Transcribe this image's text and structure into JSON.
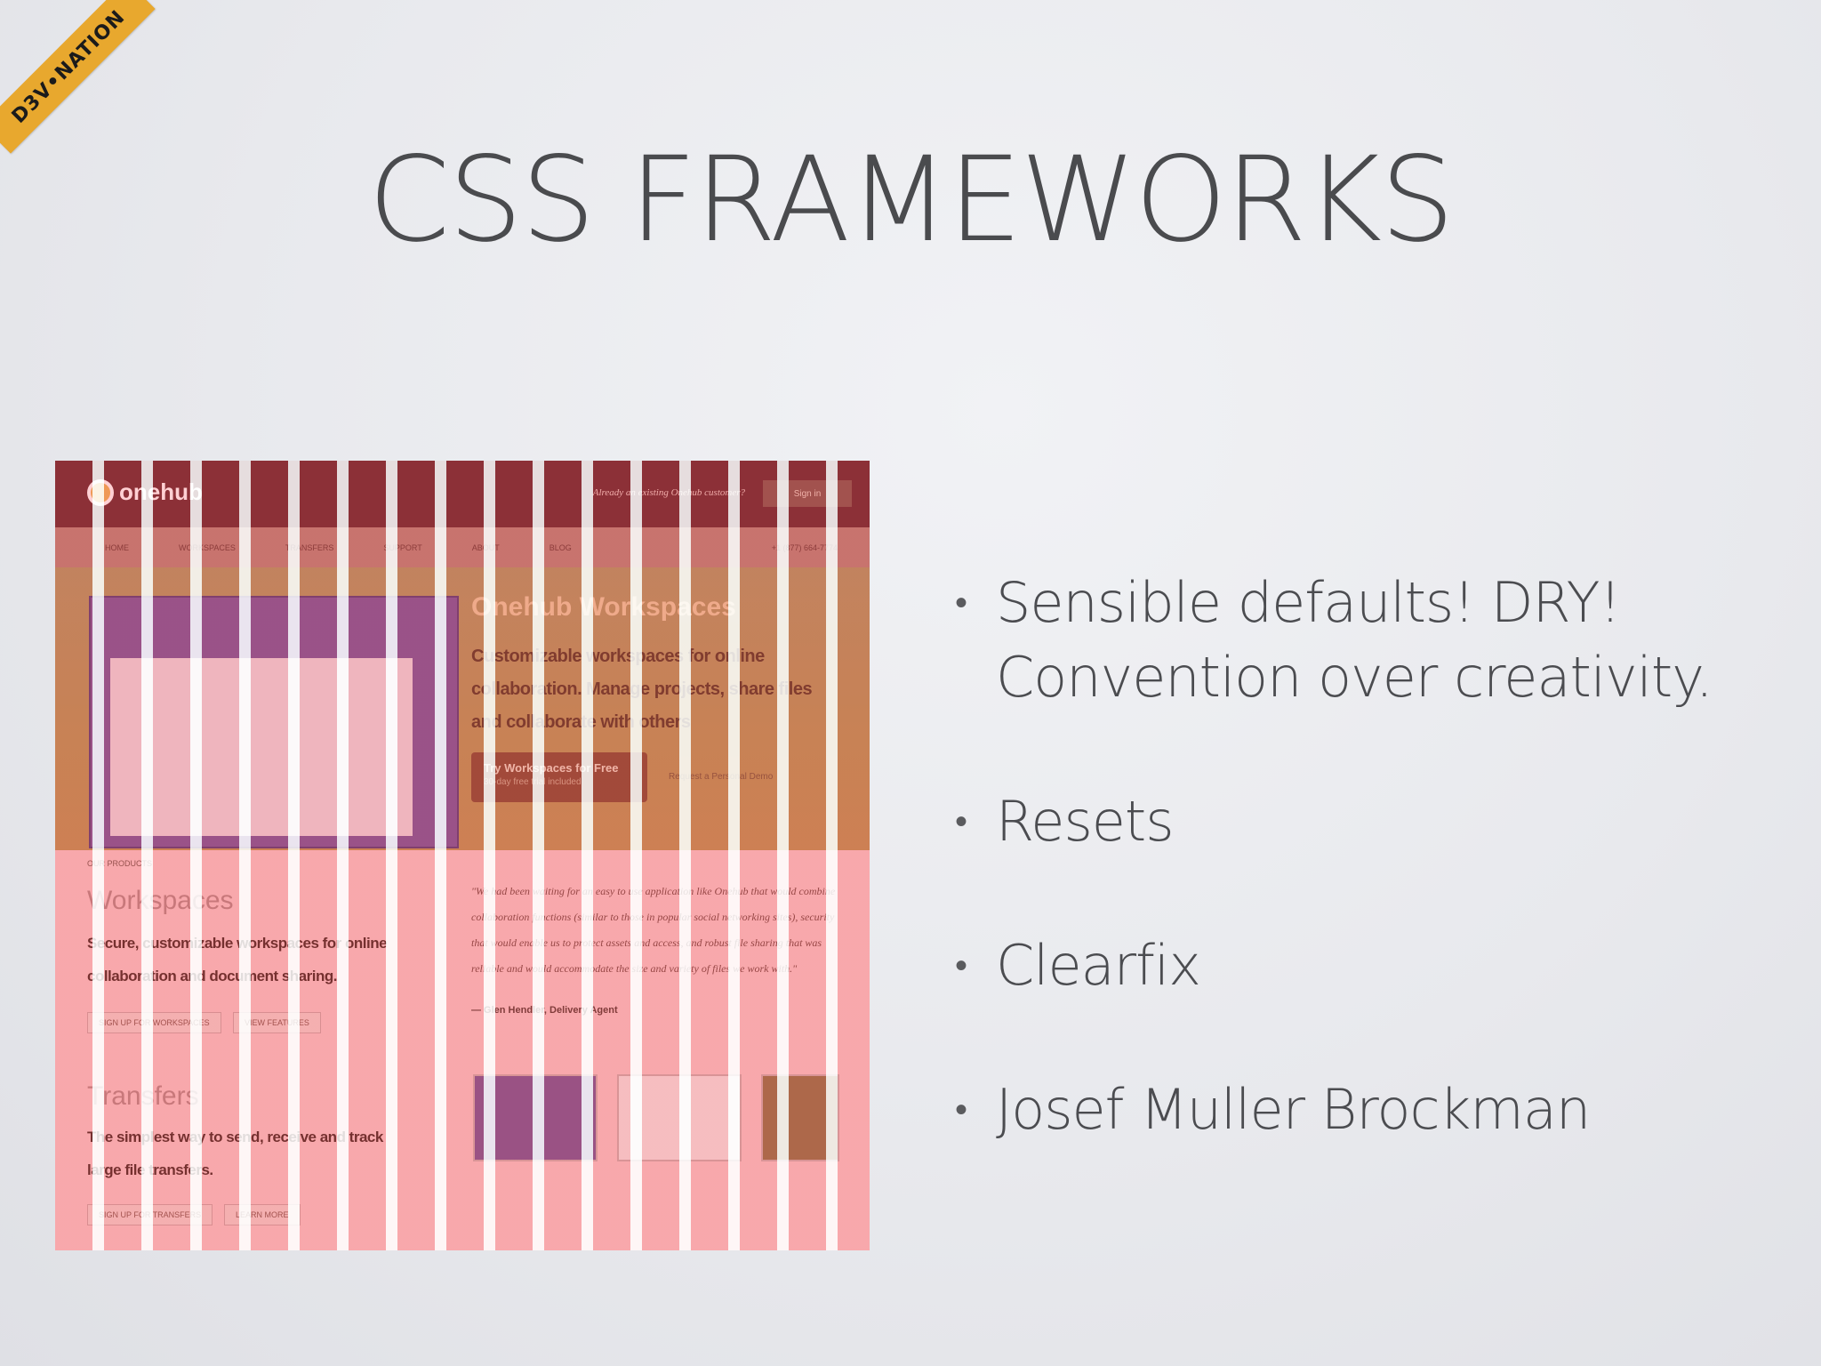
{
  "badge": {
    "text": "D3V•NATION"
  },
  "slide": {
    "title": "CSS FRAMEWORKS"
  },
  "bullets": [
    "Sensible defaults! DRY!\nConvention over creativity.",
    "Resets",
    "Clearfix",
    "Josef Muller Brockman"
  ],
  "screenshot": {
    "brand": "onehub",
    "top_note": "Already an existing Onehub customer?",
    "signin": "Sign in",
    "nav": [
      "HOME",
      "WORKSPACES",
      "TRANSFERS",
      "SUPPORT",
      "ABOUT",
      "BLOG"
    ],
    "phone": "+1 (877) 664-7774",
    "hero_title": "Onehub Workspaces",
    "hero_text": "Customizable workspaces for online collaboration. Manage projects, share files and collaborate with others",
    "hero_button": "Try Workspaces for Free",
    "hero_button_sub": "30-day free trial included",
    "hero_demo": "Request a Personal Demo",
    "section_label": "OUR PRODUCTS",
    "workspaces_heading": "Workspaces",
    "workspaces_text": "Secure, customizable workspaces for online collaboration and document sharing.",
    "workspaces_btn1": "SIGN UP FOR WORKSPACES",
    "workspaces_btn2": "VIEW FEATURES",
    "transfers_heading": "Transfers",
    "transfers_text": "The simplest way to send, receive and track large file transfers.",
    "transfers_btn1": "SIGN UP FOR TRANSFERS",
    "transfers_btn2": "LEARN MORE",
    "quote": "\"We had been waiting for an easy to use application like Onehub that would combine collaboration functions (similar to those in popular social networking sites), security that would enable us to protect assets and access, and robust file sharing that was reliable and would accommodate the size and variety of files we work with.\"",
    "quote_by": "— Glen Hendler, Delivery Agent"
  }
}
